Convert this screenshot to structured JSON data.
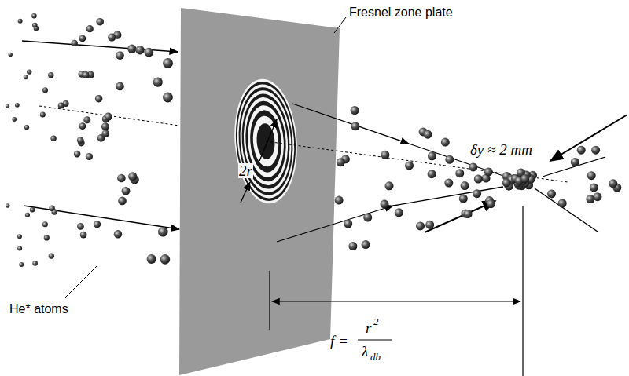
{
  "diagram": {
    "labels": [
      "Fresnel zone plate",
      "δy ≈ 2 mm",
      "2r",
      "He* atoms",
      "f =",
      "r",
      "2",
      "λ",
      "db"
    ]
  }
}
